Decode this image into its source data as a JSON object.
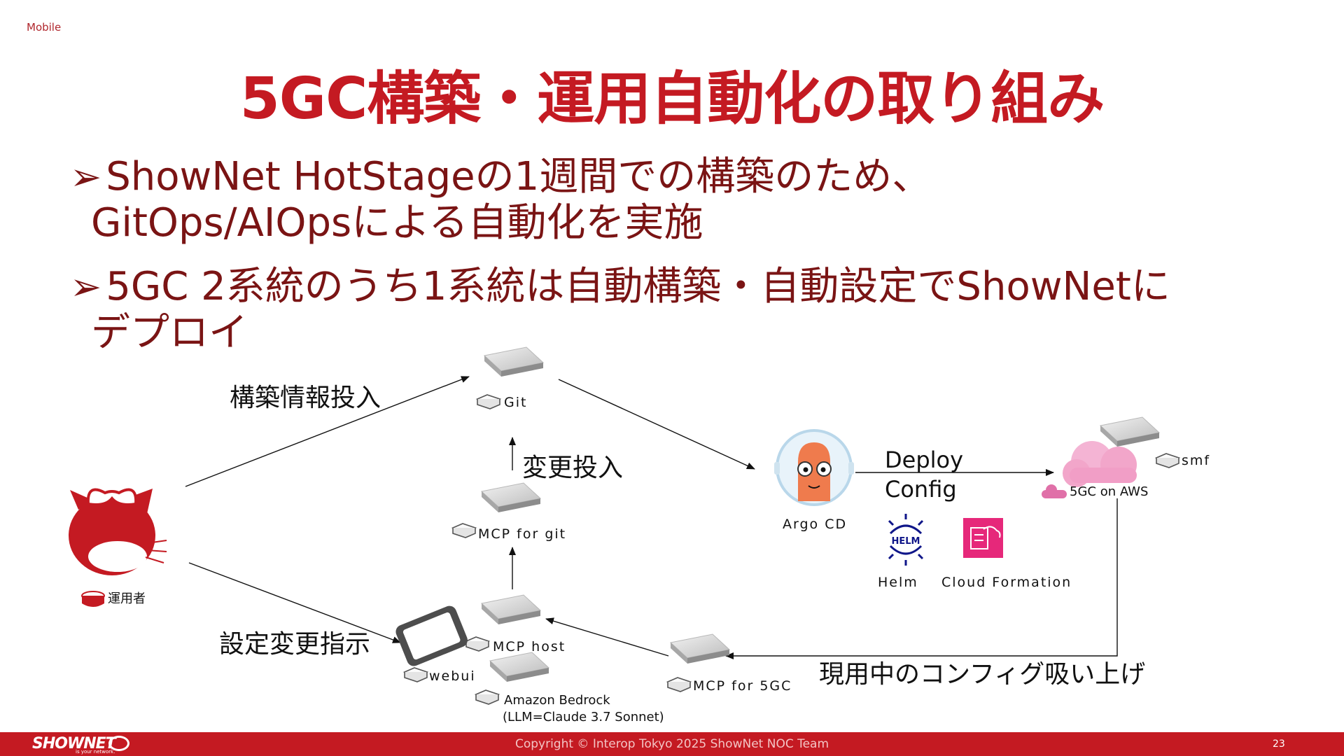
{
  "section": "Mobile",
  "title": "5GC構築・運用自動化の取り組み",
  "bullets": [
    {
      "marker": "➢",
      "line1": "ShowNet HotStageの1週間での構築のため、",
      "line2": "GitOps/AIOpsによる自動化を実施"
    },
    {
      "marker": "➢",
      "line1": "5GC 2系統のうち1系統は自動構築・自動設定でShowNetに",
      "line2": "デプロイ"
    }
  ],
  "diagram": {
    "nodes": {
      "operator": "運用者",
      "git": "Git",
      "mcp_git": "MCP for git",
      "mcp_host": "MCP host",
      "bedrock_line1": "Amazon Bedrock",
      "bedrock_line2": "(LLM=Claude 3.7 Sonnet)",
      "webui": "webui",
      "mcp_5gc": "MCP for 5GC",
      "argo": "Argo CD",
      "helm": "Helm",
      "helm_logo": "HELM",
      "cloudformation": "Cloud Formation",
      "smf": "smf",
      "aws": "5GC on AWS"
    },
    "edges": {
      "to_git": "構築情報投入",
      "to_mcp_host": "設定変更指示",
      "mcp_to_git": "変更投入",
      "deploy": "Deploy",
      "config": "Config",
      "pull_config": "現用中のコンフィグ吸い上げ"
    },
    "icons": [
      "server-icon",
      "database-icon",
      "cloud-icon",
      "argo-mascot-icon",
      "helm-wheel-icon",
      "cloudformation-icon",
      "tablet-icon",
      "cat-mascot-icon"
    ],
    "colors": {
      "accent": "#c41a22",
      "text_dark_red": "#7a1414",
      "cloud_pink": "#f19ec6",
      "cf_magenta": "#e6287a",
      "helm_navy": "#0f1689"
    }
  },
  "footer": {
    "logo": "SHOWNET",
    "tagline": "is your network.",
    "copyright": "Copyright © Interop Tokyo 2025 ShowNet NOC Team",
    "page": "23"
  }
}
